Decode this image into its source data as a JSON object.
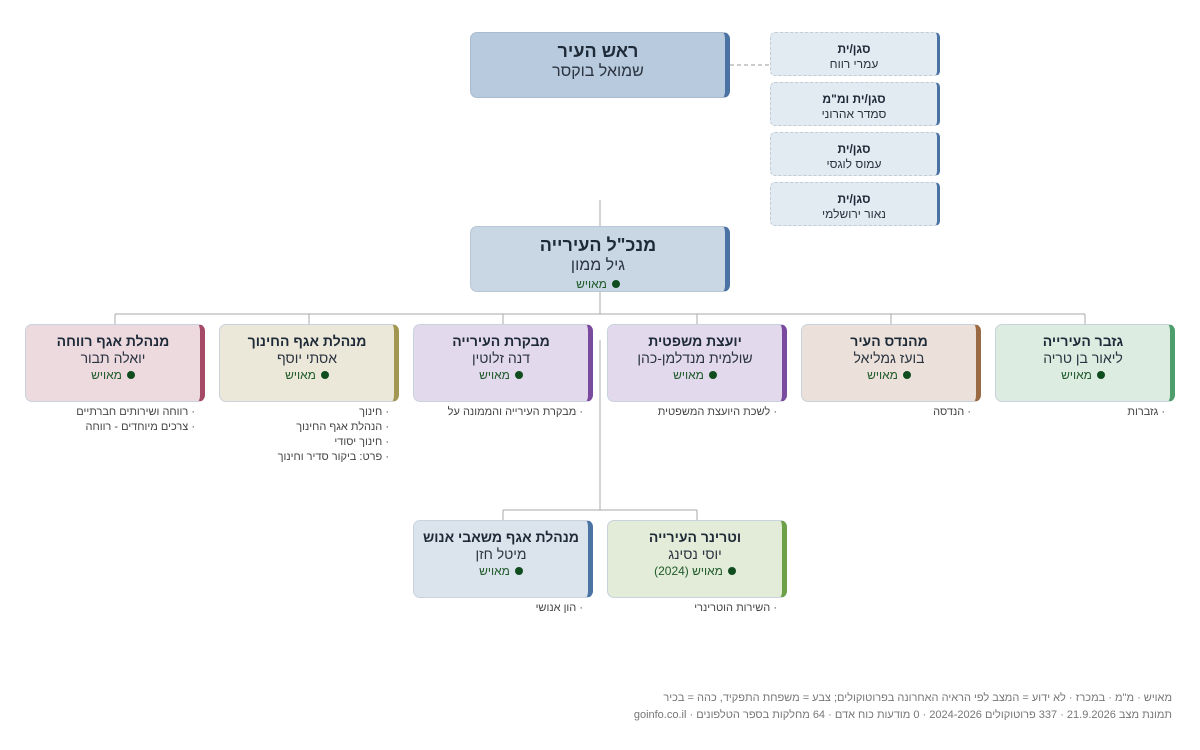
{
  "mayor": {
    "title": "ראש העיר",
    "name": "שמואל בוקסר"
  },
  "deputies": [
    {
      "title": "סגן/ית",
      "name": "עמרי רווח"
    },
    {
      "title": "סגן/ית ומ\"מ",
      "name": "סמדר אהרוני"
    },
    {
      "title": "סגן/ית",
      "name": "עמוס לוגסי"
    },
    {
      "title": "סגן/ית",
      "name": "נאור ירושלמי"
    }
  ],
  "ceo": {
    "title": "מנכ\"ל העירייה",
    "name": "גיל ממון",
    "status": "מאויש"
  },
  "departments": [
    {
      "title": "גזבר העירייה",
      "name": "ליאור בן טריה",
      "status": "מאויש",
      "color": "#4e9e6b",
      "bg": "#dcece1",
      "subs": [
        "גזברות"
      ]
    },
    {
      "title": "מהנדס העיר",
      "name": "בועז גמליאל",
      "status": "מאויש",
      "color": "#9a6a44",
      "bg": "#ebe1da",
      "subs": [
        "הנדסה"
      ]
    },
    {
      "title": "יועצת משפטית",
      "name": "שולמית מנדלמן-כהן",
      "status": "מאויש",
      "color": "#7a4a9e",
      "bg": "#e3d9ec",
      "subs": [
        "לשכת היועצת המשפטית"
      ]
    },
    {
      "title": "מבקרת העירייה",
      "name": "דנה זלוטין",
      "status": "מאויש",
      "color": "#7a4a9e",
      "bg": "#e3d9ec",
      "subs": [
        "מבקרת העירייה והממונה על"
      ]
    },
    {
      "title": "מנהלת אגף החינוך",
      "name": "אסתי יוסף",
      "status": "מאויש",
      "color": "#a39651",
      "bg": "#ebe8d9",
      "subs": [
        "חינוך",
        "הנהלת אגף החינוך",
        "חינוך יסודי",
        "פרט: ביקור סדיר וחינוך"
      ]
    },
    {
      "title": "מנהלת אגף רווחה",
      "name": "יואלה תבור",
      "status": "מאויש",
      "color": "#a44a66",
      "bg": "#eddadf",
      "subs": [
        "רווחה ושירותים חברתיים",
        "צרכים מיוחדים - רווחה"
      ]
    }
  ],
  "lower": [
    {
      "title": "וטרינר העירייה",
      "name": "יוסי נסינג",
      "status": "מאויש (2024)",
      "color": "#6ea04a",
      "bg": "#e2ecd9",
      "subs": [
        "השירות הוטרינרי"
      ]
    },
    {
      "title": "מנהלת אגף משאבי אנוש",
      "name": "מיטל חזן",
      "status": "מאויש",
      "color": "#4a73a3",
      "bg": "#dbe3ec",
      "subs": [
        "הון אנושי"
      ]
    }
  ],
  "footer": {
    "line1": "מאויש · מ\"מ · במכרז · לא ידוע = המצב לפי הראיה האחרונה בפרוטוקולים; צבע = משפחת התפקיד, כהה = בכיר",
    "line2": "תמונת מצב 21.9.2026 · 337 פרוטוקולים 2024-2026 · 0 מודעות כוח אדם · 64 מחלקות בספר הטלפונים · goinfo.co.il"
  },
  "colors": {
    "mayor_bg": "#b8cadd",
    "ceo_bg": "#c9d7e4",
    "accent": "#4a73a3"
  }
}
